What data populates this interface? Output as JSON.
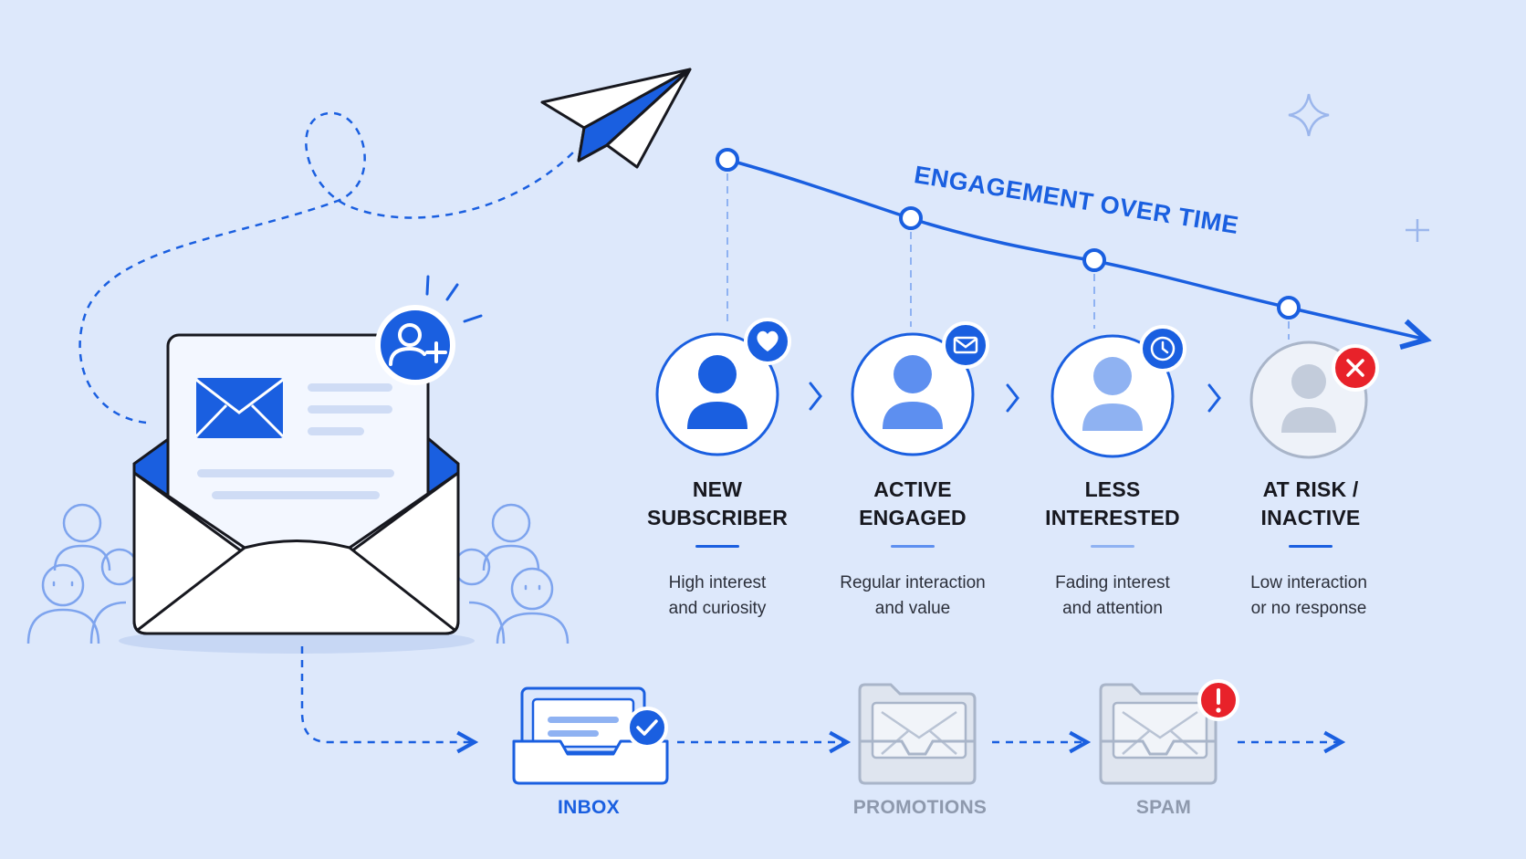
{
  "diagram": {
    "curve_label": "ENGAGEMENT OVER TIME",
    "stages": [
      {
        "id": "new",
        "title_lines": [
          "NEW",
          "SUBSCRIBER"
        ],
        "desc_lines": [
          "High interest",
          "and curiosity"
        ],
        "badge_icon": "heart-icon"
      },
      {
        "id": "active",
        "title_lines": [
          "ACTIVE",
          "ENGAGED"
        ],
        "desc_lines": [
          "Regular interaction",
          "and value"
        ],
        "badge_icon": "envelope-icon"
      },
      {
        "id": "less",
        "title_lines": [
          "LESS",
          "INTERESTED"
        ],
        "desc_lines": [
          "Fading interest",
          "and attention"
        ],
        "badge_icon": "clock-icon"
      },
      {
        "id": "risk",
        "title_lines": [
          "AT RISK /",
          "INACTIVE"
        ],
        "desc_lines": [
          "Low interaction",
          "or no response"
        ],
        "badge_icon": "x-icon"
      }
    ],
    "folders": [
      {
        "id": "inbox",
        "label": "INBOX",
        "status_icon": "check-icon"
      },
      {
        "id": "promotions",
        "label": "PROMOTIONS"
      },
      {
        "id": "spam",
        "label": "SPAM",
        "status_icon": "exclamation-icon"
      }
    ]
  },
  "colors": {
    "background": "#dde8fb",
    "primary_blue": "#1a5fe0",
    "mid_blue": "#5d8ff0",
    "light_blue": "#8fb2f2",
    "gray": "#a9b5c9",
    "red": "#e8222a",
    "text": "#17181f"
  }
}
